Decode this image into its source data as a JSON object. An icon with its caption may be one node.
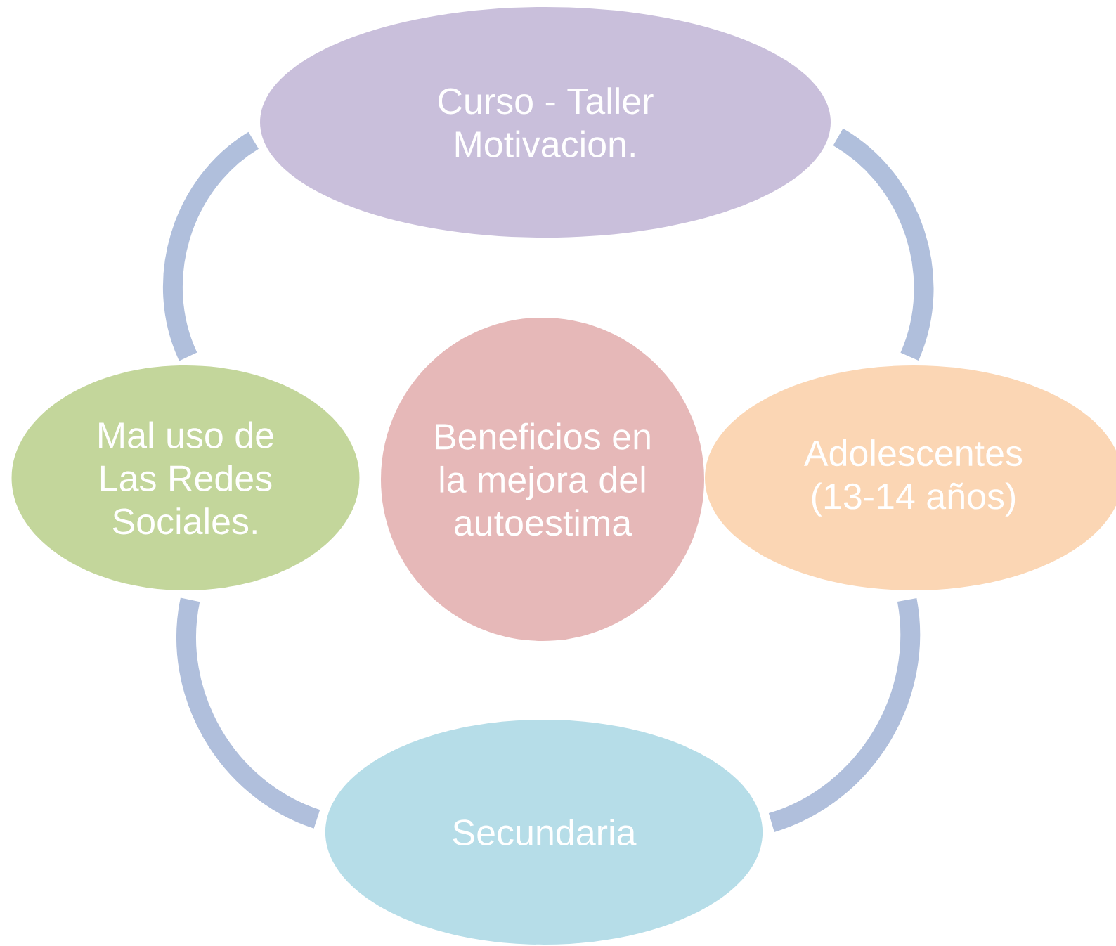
{
  "diagram": {
    "nodes": [
      {
        "text": [
          "Curso - Taller Motivacion."
        ]
      },
      {
        "text": [
          "Mal uso de Las Redes Sociales."
        ]
      },
      {
        "text": [
          "Beneficios en la mejora del autoestima"
        ]
      },
      {
        "text": [
          "Adolescentes (13-14 años)"
        ]
      },
      {
        "text": [
          "Secundaria"
        ]
      }
    ],
    "edges": [
      {
        "from": 0,
        "to": 3,
        "arrow": "none"
      },
      {
        "from": 3,
        "to": 4,
        "arrow": "none"
      },
      {
        "from": 4,
        "to": 1,
        "arrow": "none"
      },
      {
        "from": 1,
        "to": 0,
        "arrow": "none"
      }
    ]
  }
}
